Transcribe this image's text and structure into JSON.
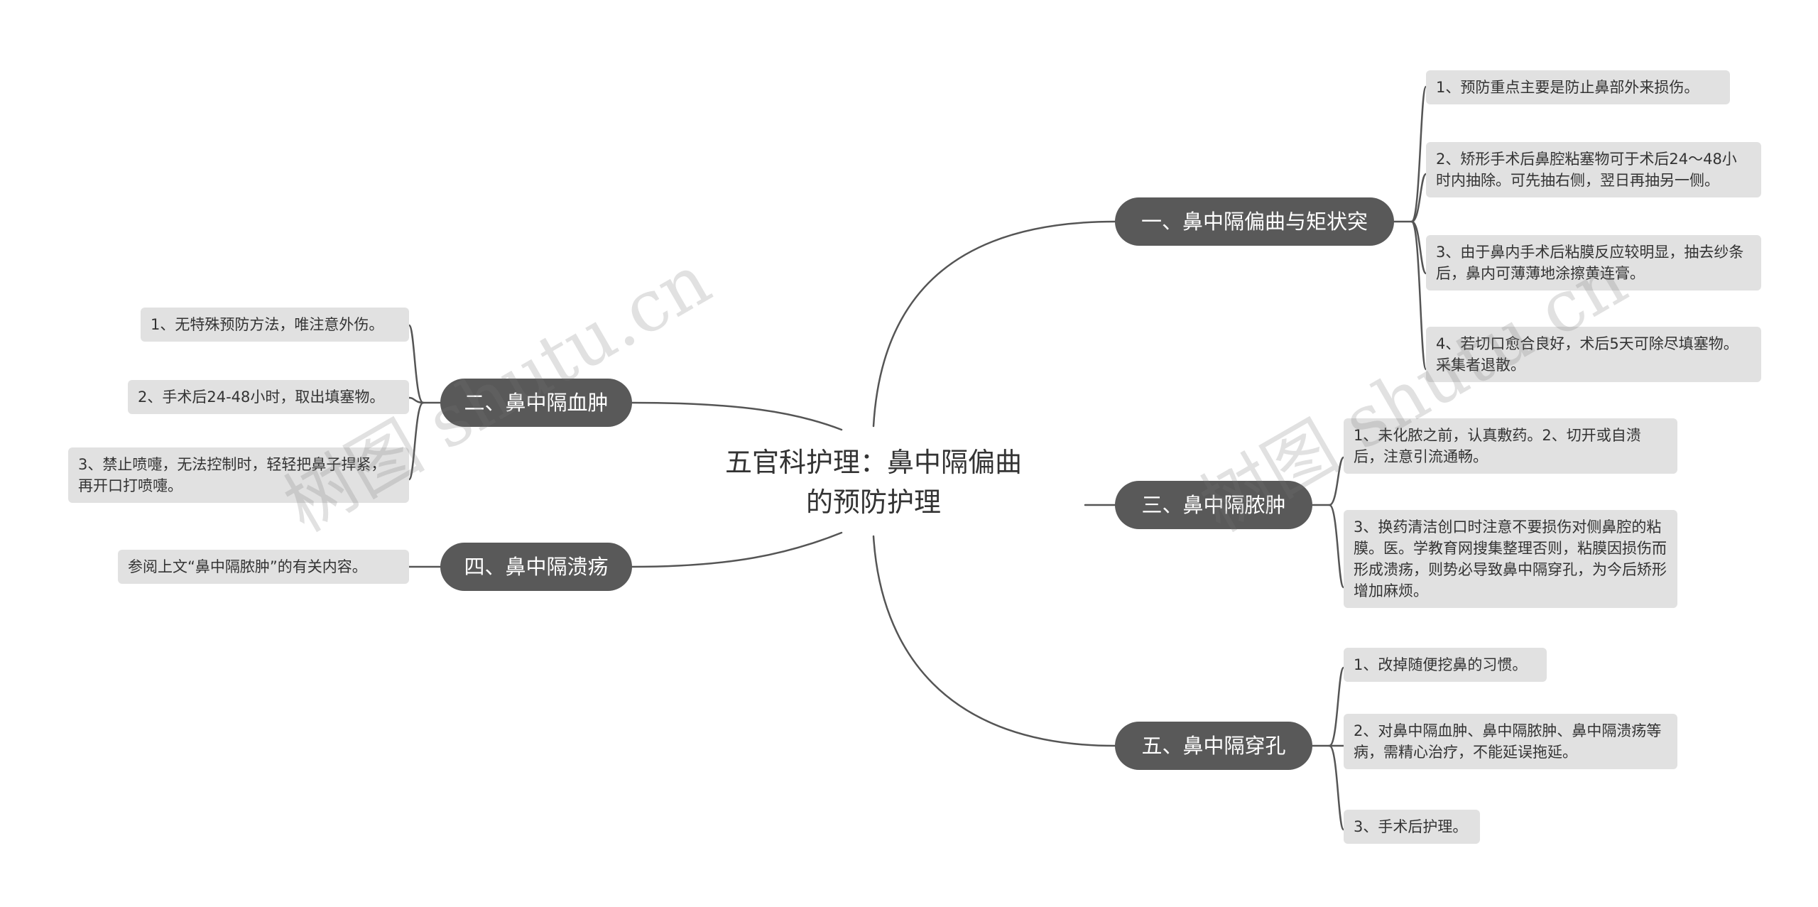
{
  "root": {
    "line1": "五官科护理：鼻中隔偏曲",
    "line2": "的预防护理"
  },
  "branches": [
    {
      "label": "一、鼻中隔偏曲与矩状突",
      "leaves": [
        "1、预防重点主要是防止鼻部外来损伤。",
        "2、矫形手术后鼻腔粘塞物可于术后24～48小时内抽除。可先抽右侧，翌日再抽另一侧。",
        "3、由于鼻内手术后粘膜反应较明显，抽去纱条后，鼻内可薄薄地涂擦黄连膏。",
        "4、若切口愈合良好，术后5天可除尽填塞物。采集者退散。"
      ]
    },
    {
      "label": "二、鼻中隔血肿",
      "leaves": [
        "1、无特殊预防方法，唯注意外伤。",
        "2、手术后24-48小时，取出填塞物。",
        "3、禁止喷嚏，无法控制时，轻轻把鼻子捍紧，再开口打喷嚏。"
      ]
    },
    {
      "label": "三、鼻中隔脓肿",
      "leaves": [
        "1、未化脓之前，认真敷药。2、切开或自溃后，注意引流通畅。",
        "3、换药清洁创口时注意不要损伤对侧鼻腔的粘膜。医。学教育网搜集整理否则，粘膜因损伤而形成溃疡，则势必导致鼻中隔穿孔，为今后矫形增加麻烦。"
      ]
    },
    {
      "label": "四、鼻中隔溃疡",
      "leaves": [
        "参阅上文“鼻中隔脓肿”的有关内容。"
      ]
    },
    {
      "label": "五、鼻中隔穿孔",
      "leaves": [
        "1、改掉随便挖鼻的习惯。",
        "2、对鼻中隔血肿、鼻中隔脓肿、鼻中隔溃疡等病，需精心治疗，不能延误拖延。",
        "3、手术后护理。"
      ]
    }
  ],
  "watermarks": [
    "树图 shutu.cn",
    "树图 shutu.cn"
  ],
  "colors": {
    "branch_bg": "#595959",
    "leaf_bg": "#e1e1e1",
    "line": "#555555",
    "text": "#333333"
  }
}
